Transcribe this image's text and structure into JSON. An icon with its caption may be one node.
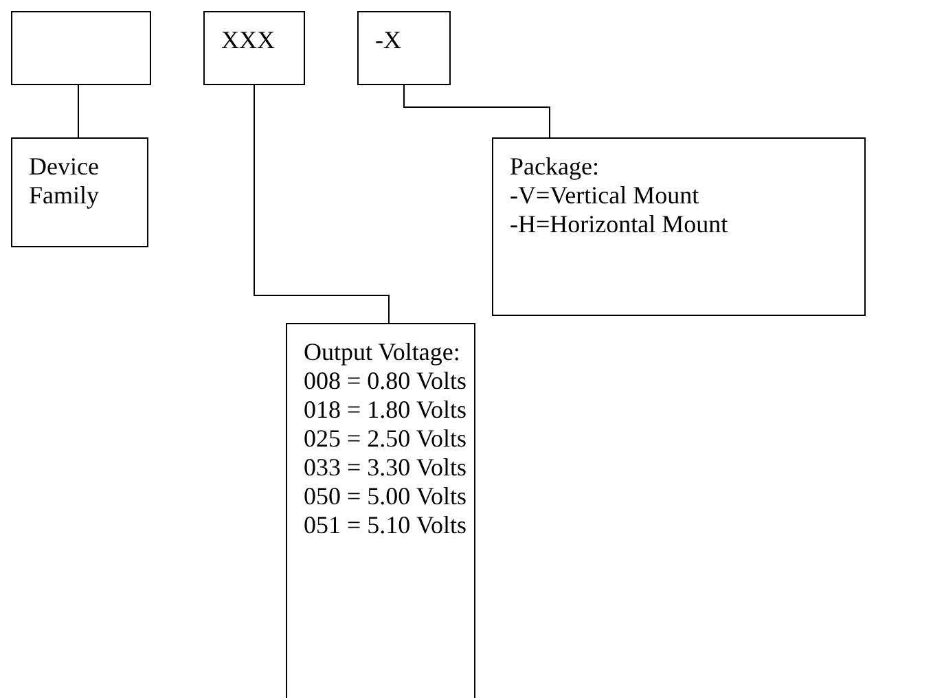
{
  "diagram": {
    "nodes": [
      {
        "text": [],
        "shape": "box"
      },
      {
        "text": [
          "XXX"
        ]
      },
      {
        "text": [
          "-X"
        ]
      },
      {
        "text": [
          "Device Family"
        ]
      },
      {
        "text": [
          "Package:",
          "-V=Vertical Mount",
          "-H=Horizontal Mount"
        ]
      },
      {
        "text": [
          "Output Voltage:",
          "008 = 0.80 Volts",
          "018 = 1.80 Volts",
          "025 = 2.50 Volts",
          "033 = 3.30 Volts",
          "050 = 5.00 Volts",
          "051 = 5.10 Volts"
        ]
      }
    ],
    "edges": [
      {
        "from": 0,
        "to": 3,
        "arrow": "none"
      },
      {
        "from": 1,
        "to": 5,
        "arrow": "none"
      },
      {
        "from": 2,
        "to": 4,
        "arrow": "none"
      }
    ]
  }
}
